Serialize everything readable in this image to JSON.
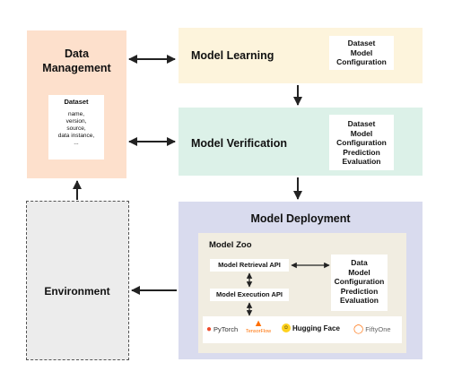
{
  "data_management": {
    "title_line1": "Data",
    "title_line2": "Management",
    "card_title": "Dataset",
    "card_items": [
      "name,",
      "version,",
      "source,",
      "data instance,",
      "..."
    ]
  },
  "model_learning": {
    "title": "Model Learning",
    "card_items": [
      "Dataset",
      "Model",
      "Configuration"
    ]
  },
  "model_verification": {
    "title": "Model Verification",
    "card_items": [
      "Dataset",
      "Model",
      "Configuration",
      "Prediction",
      "Evaluation"
    ]
  },
  "model_deployment": {
    "title": "Model Deployment",
    "zoo_title": "Model Zoo",
    "retrieval_api": "Model Retrieval API",
    "execution_api": "Model Execution API",
    "card_items": [
      "Data",
      "Model",
      "Configuration",
      "Prediction",
      "Evaluation"
    ],
    "logos": {
      "pytorch": "PyTorch",
      "tensorflow": "TensorFlow",
      "huggingface": "Hugging Face",
      "fiftyone": "FiftyOne"
    }
  },
  "environment": {
    "title": "Environment"
  },
  "colors": {
    "data_management_bg": "#fde0cc",
    "model_learning_bg": "#fdf4dc",
    "model_verification_bg": "#dcf1e8",
    "model_deployment_bg": "#d9dbee",
    "model_zoo_bg": "#f1ede1",
    "arrow": "#222222"
  }
}
